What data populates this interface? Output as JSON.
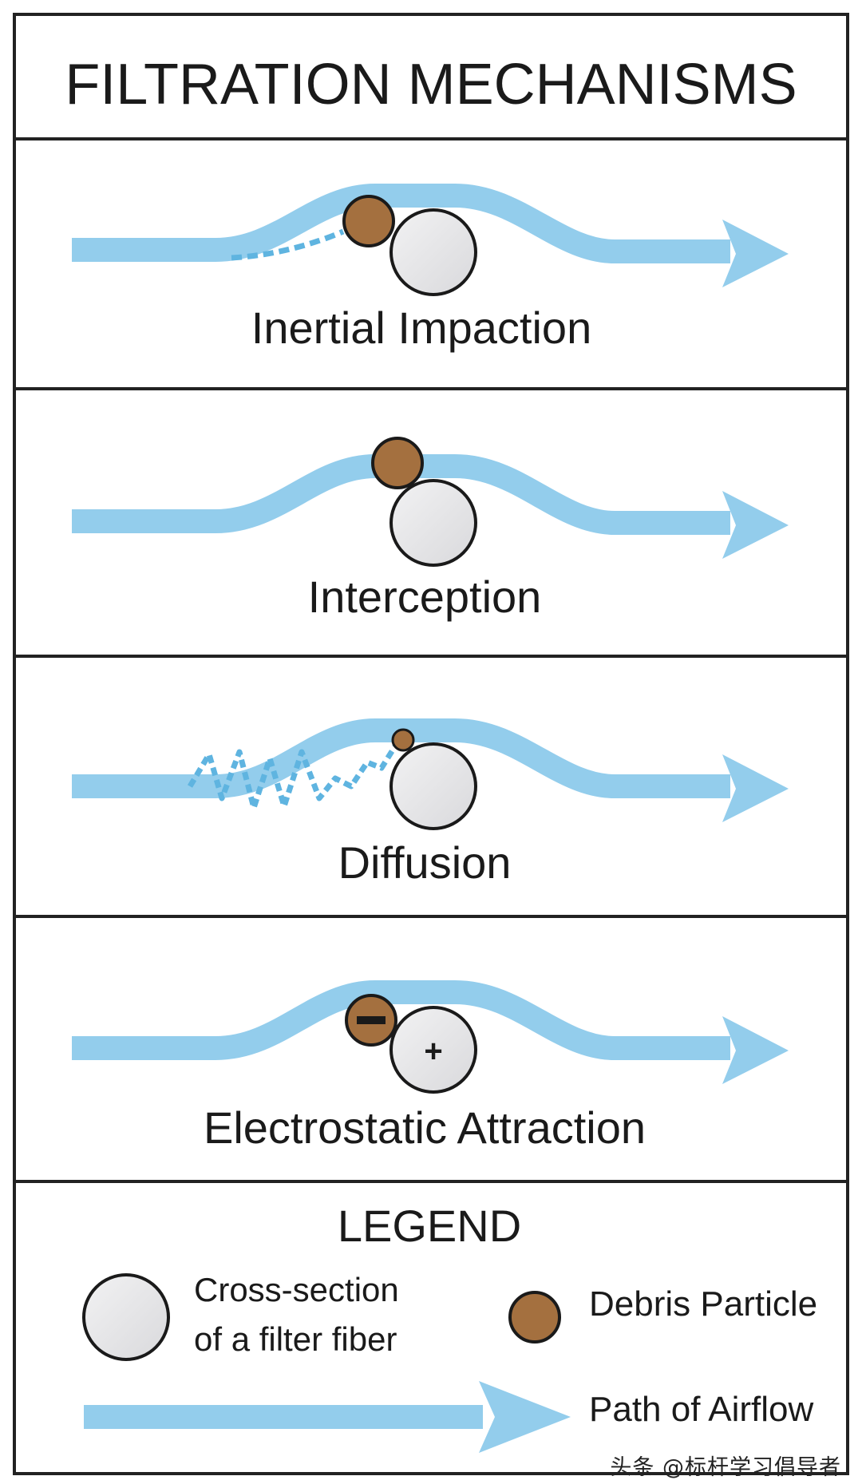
{
  "title": "FILTRATION MECHANISMS",
  "colors": {
    "airflow": "#93cdec",
    "airflow_dotted": "#5fb4e0",
    "fiber_fill": "#e6e6e8",
    "particle_fill": "#a4703f",
    "border": "#222222"
  },
  "panels": [
    {
      "id": "inertial",
      "caption": "Inertial Impaction"
    },
    {
      "id": "interception",
      "caption": "Interception"
    },
    {
      "id": "diffusion",
      "caption": "Diffusion"
    },
    {
      "id": "electrostatic",
      "caption": "Electrostatic Attraction",
      "fiber_charge": "+"
    }
  ],
  "legend": {
    "heading": "LEGEND",
    "fiber_label_line1": "Cross-section",
    "fiber_label_line2": "of a filter fiber",
    "particle_label": "Debris Particle",
    "airflow_label": "Path of Airflow"
  },
  "watermark": "头条 @标杆学习倡导者"
}
